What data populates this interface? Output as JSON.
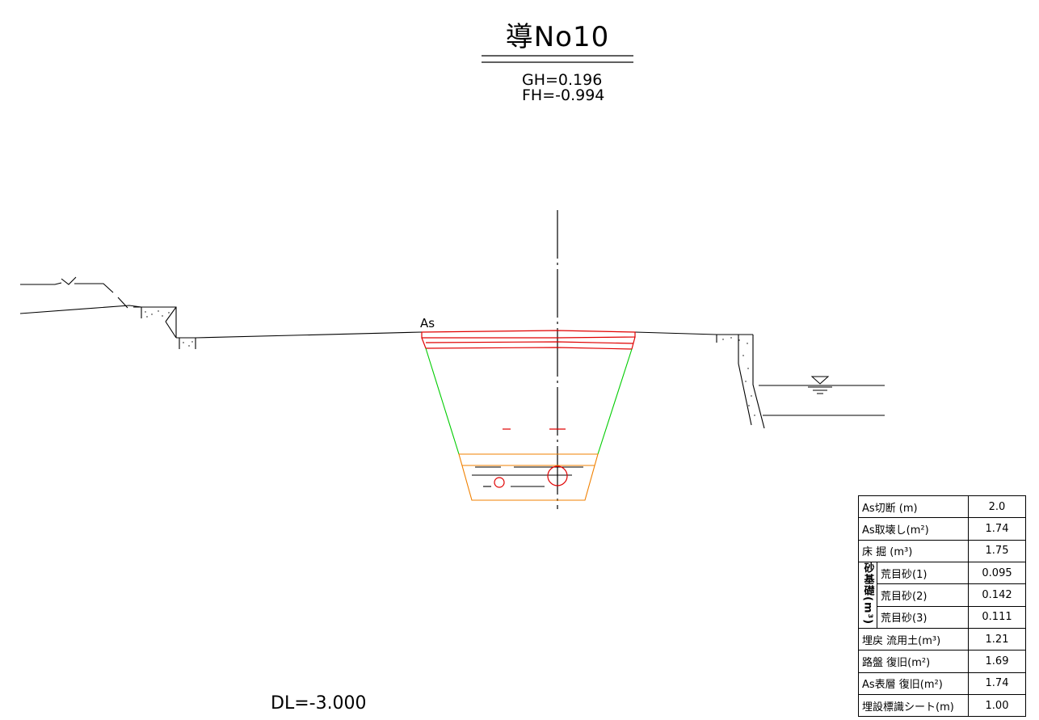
{
  "title": "導No10",
  "gh_text": "GH=0.196",
  "fh_text": "FH=-0.994",
  "dl_text": "DL=-3.000",
  "as_label": "As",
  "colors": {
    "ground": "#000000",
    "pavement": "#e00000",
    "excavation": "#00cc00",
    "sand_bed": "#f08000",
    "pipe": "#e00000"
  },
  "quantity_table": {
    "rows": [
      {
        "label": "As切断 (m)",
        "value": "2.0"
      },
      {
        "label": "As取壊し(m²)",
        "value": "1.74"
      },
      {
        "label": "床 掘 (m³)",
        "value": "1.75"
      },
      {
        "label": "荒目砂(1)",
        "value": "0.095"
      },
      {
        "label": "荒目砂(2)",
        "value": "0.142"
      },
      {
        "label": "荒目砂(3)",
        "value": "0.111"
      },
      {
        "label": "埋戻 流用土(m³)",
        "value": "1.21"
      },
      {
        "label": "路盤 復旧(m²)",
        "value": "1.69"
      },
      {
        "label": "As表層 復旧(m²)",
        "value": "1.74"
      },
      {
        "label": "埋設標識シート(m)",
        "value": "1.00"
      }
    ],
    "sand_group_label": "砂基礎(m³)"
  }
}
